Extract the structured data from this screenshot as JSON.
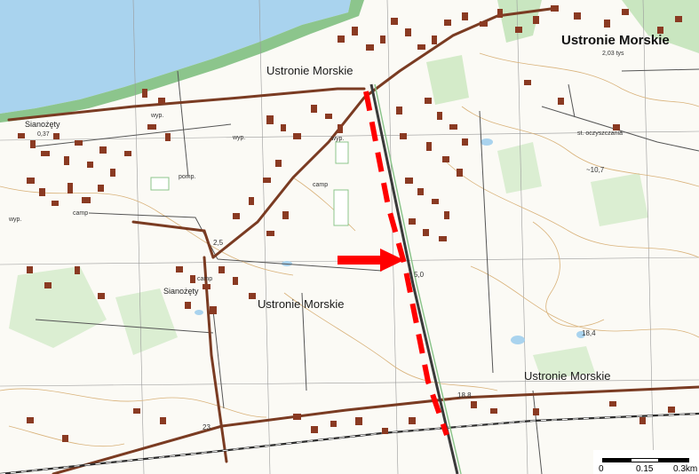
{
  "map": {
    "colors": {
      "sea": "#a9d3ee",
      "beach": "#8cc58c",
      "land": "#fbfaf5",
      "road": "#7a3b22",
      "railway": "#2b2b2b",
      "building": "#8a3a22",
      "marker": "#ff0000",
      "contour": "#d9b27a",
      "grid": "#7a7a7a"
    },
    "labels": {
      "ustronie_ne": "Ustronie Morskie",
      "ustronie_ne_sub": "2,03 tys",
      "ustronie_n": "Ustronie Morskie",
      "ustronie_center": "Ustronie Morskie",
      "ustronie_se": "Ustronie Morskie",
      "sianozety_w": "Sianożęty",
      "sianozety_w_sub": "0,37",
      "sianozety_s": "Sianożęty",
      "wyp1": "wyp.",
      "wyp2": "wyp.",
      "wyp3": "wyp.",
      "wyp4": "wyp.",
      "camp1": "camp",
      "camp2": "camp",
      "camp3": "camp",
      "pomp": "pomp.",
      "oczyszczalnia": "st. oczyszczania",
      "elev_25": "2,5",
      "elev_50": "5,0",
      "elev_107": "~10,7",
      "elev_184": "18,4",
      "elev_188": "18,8",
      "elev_23": "23"
    },
    "scale": {
      "ticks": [
        "0",
        "0.15",
        "0.3km"
      ]
    },
    "markers": {
      "route": "dashed red line",
      "arrow": "red arrow"
    }
  }
}
